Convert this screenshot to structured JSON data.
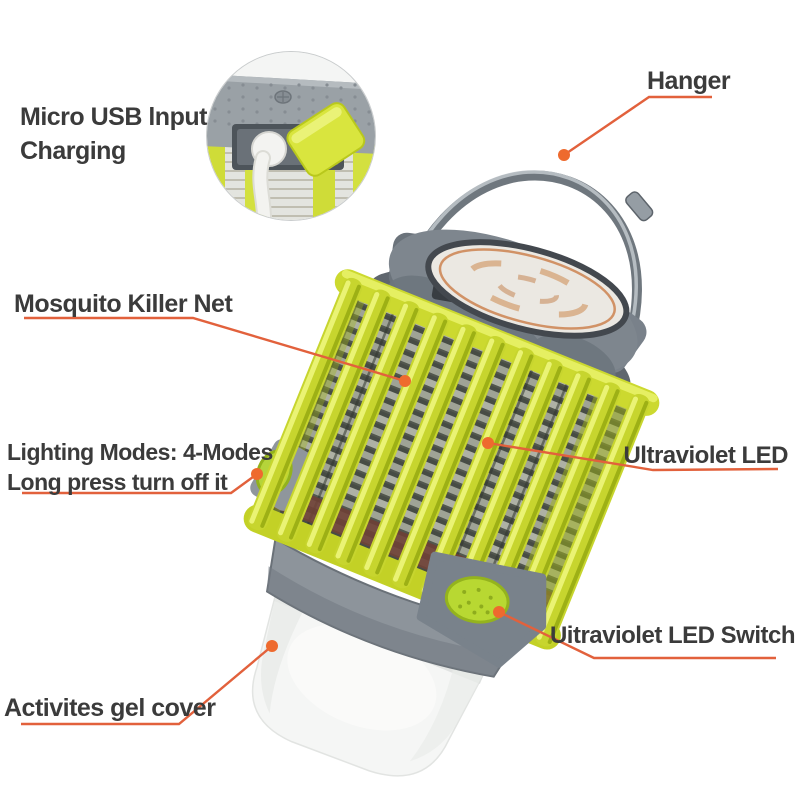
{
  "colors": {
    "callout_line": "#e2613c",
    "callout_dot": "#ee6a2e",
    "label_text": "#3b3b3b",
    "body_green": "#c7d52e",
    "body_green_light": "#ecf478",
    "body_green_dark": "#92a60f",
    "housing_gray": "#8d949b",
    "housing_gray_dark": "#5f666e",
    "steel_gray": "#777f86",
    "dome_white": "#f5f6f5",
    "net_metal": "#b9bdaf",
    "coil_brown": "#6f4136"
  },
  "labels": {
    "micro_usb_line1": "Micro USB lnput",
    "micro_usb_line2": "Charging",
    "hanger": "Hanger",
    "mosquito_net": "Mosquito Killer Net",
    "lighting_modes_line1": "Lighting Modes: 4-Modes",
    "lighting_modes_line2": "Long press turn off it",
    "uv_led": "Ultraviolet LED",
    "uv_switch": "Uitraviolet LED Switch",
    "gel_cover": "Activites gel cover"
  }
}
